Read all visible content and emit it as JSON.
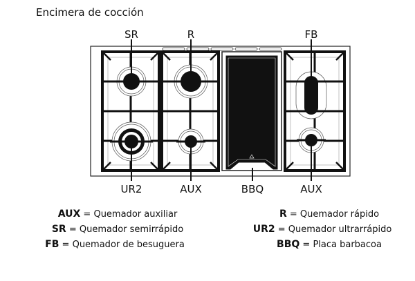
{
  "title": "Encimera de cocción",
  "labels": {
    "top": [
      "SR",
      "R",
      "FB"
    ],
    "bottom": [
      "UR2",
      "AUX",
      "BBQ",
      "AUX"
    ]
  },
  "legend": {
    "left": [
      {
        "code": "AUX",
        "sep": " = ",
        "desc": "Quemador auxiliar"
      },
      {
        "code": "SR",
        "sep": " = ",
        "desc": "Quemador semirrápido"
      },
      {
        "code": "FB",
        "sep": " = ",
        "desc": "Quemador de besuguera"
      }
    ],
    "right": [
      {
        "code": "R",
        "sep": " = ",
        "desc": "Quemador rápido"
      },
      {
        "code": "UR2",
        "sep": " = ",
        "desc": "Quemador ultrarrápido"
      },
      {
        "code": "BBQ",
        "sep": " = ",
        "desc": "Placa barbacoa"
      }
    ]
  }
}
